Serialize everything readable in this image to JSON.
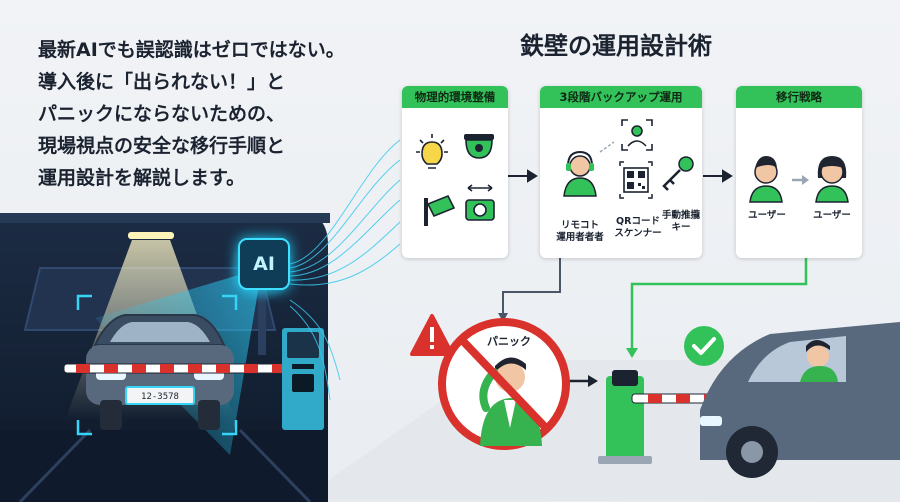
{
  "headline": {
    "lines": [
      "最新AIでも誤認識はゼロではない。",
      "導入後に「出られない！」と",
      "パニックにならないための、",
      "現場視点の安全な移行手順と",
      "運用設計を解説します。"
    ]
  },
  "diagram_title": "鉄壁の運用設計術",
  "panels": [
    {
      "title": "物理的環境整備"
    },
    {
      "title": "3段階バックアップ運用",
      "labels": [
        "リモコト\n運用者者者",
        "QRコード\nスケンナー",
        "手動推攏\nキー"
      ]
    },
    {
      "title": "移行戦略",
      "labels": [
        "ユーザー",
        "ユーザー"
      ]
    }
  ],
  "ai_badge": "AI",
  "plate_number": "12-3578",
  "panic_label": "パニック",
  "colors": {
    "accent_green": "#33c15a",
    "warning_red": "#d9312c",
    "ai_cyan": "#1ec8ef",
    "dark_tunnel": "#17253a"
  }
}
